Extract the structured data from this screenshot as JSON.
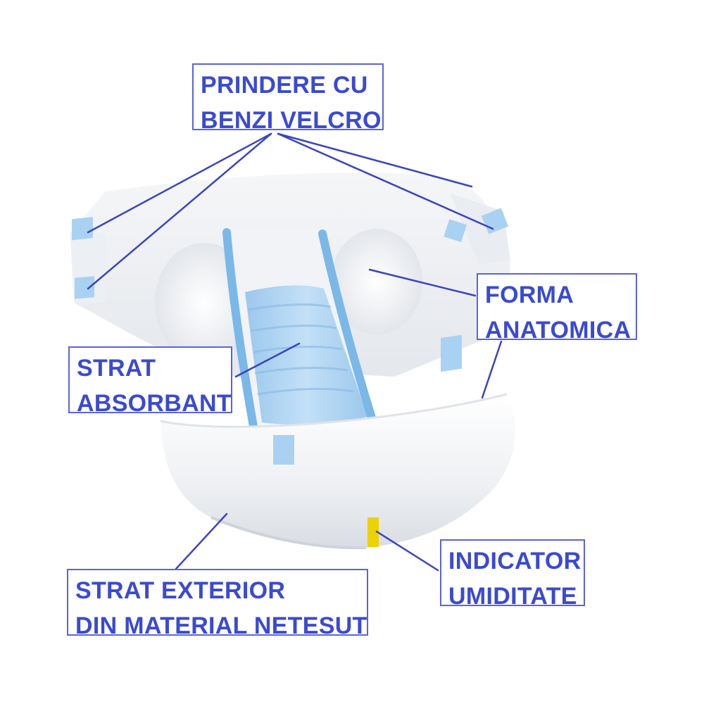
{
  "labels": {
    "velcro": {
      "line1": "PRINDERE CU",
      "line2": "BENZI VELCRO"
    },
    "forma": {
      "line1": "FORMA",
      "line2": "ANATOMICA"
    },
    "strat_absorbant": {
      "line1": "STRAT",
      "line2": "ABSORBANT"
    },
    "indicator": {
      "line1": "INDICATOR",
      "line2": "UMIDITATE"
    },
    "strat_exterior": {
      "line1": "STRAT EXTERIOR",
      "line2": "DIN MATERIAL NETESUT"
    }
  },
  "colors": {
    "label_text": "#3a4ad0",
    "label_border": "#5a64d8",
    "leader_line": "#3a44c0",
    "tab_blue": "#a9d2f2",
    "core_blue": "#aed3f1",
    "cuff_blue": "#7ab8e8",
    "indicator_yellow": "#ecd300"
  }
}
